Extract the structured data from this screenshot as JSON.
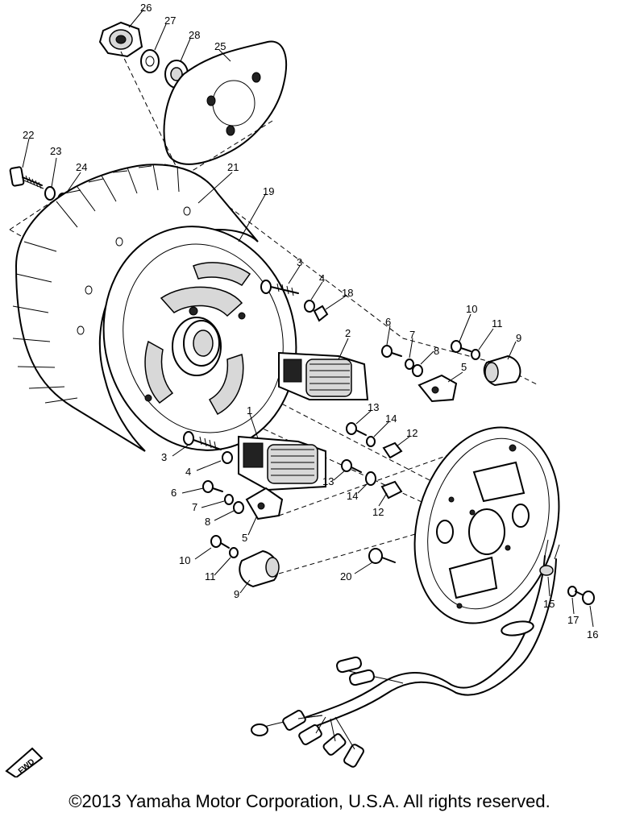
{
  "part_numbers": [
    "1",
    "2",
    "3",
    "4",
    "5",
    "6",
    "7",
    "8",
    "9",
    "10",
    "11",
    "12",
    "13",
    "14",
    "15",
    "16",
    "17",
    "18",
    "19",
    "20",
    "21",
    "22",
    "23",
    "24",
    "25",
    "26",
    "27",
    "28"
  ],
  "labels": {
    "p26": "26",
    "p27": "27",
    "p28": "28",
    "p25": "25",
    "p22": "22",
    "p23": "23",
    "p24": "24",
    "p21": "21",
    "p19": "19",
    "p3a": "3",
    "p4a": "4",
    "p18": "18",
    "p2": "2",
    "p6a": "6",
    "p7a": "7",
    "p8a": "8",
    "p10a": "10",
    "p11a": "11",
    "p9a": "9",
    "p5a": "5",
    "p13a": "13",
    "p14a": "14",
    "p12a": "12",
    "p1": "1",
    "p3b": "3",
    "p4b": "4",
    "p13b": "13",
    "p14b": "14",
    "p12b": "12",
    "p6b": "6",
    "p7b": "7",
    "p8b": "8",
    "p5b": "5",
    "p10b": "10",
    "p11b": "11",
    "p9b": "9",
    "p20": "20",
    "p15": "15",
    "p17": "17",
    "p16": "16"
  },
  "forward_marker": "FWD",
  "copyright": "©2013 Yamaha Motor Corporation, U.S.A. All rights reserved."
}
